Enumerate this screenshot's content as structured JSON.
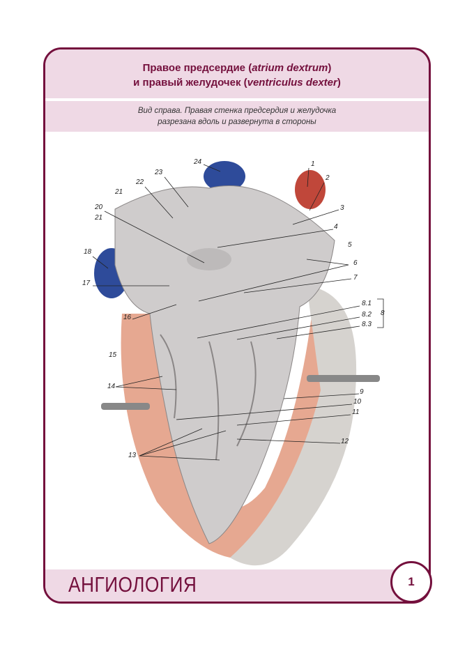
{
  "header": {
    "title_line1_pre": "Правое предсердие (",
    "title_line1_latin": "atrium dextrum",
    "title_line1_post": ")",
    "title_line2_pre": "и правый желудочек (",
    "title_line2_latin": "ventriculus dexter",
    "title_line2_post": ")"
  },
  "subtitle": {
    "line1": "Вид справа. Правая стенка предсердия и желудочка",
    "line2": "разрезана вдоль и развернута в стороны"
  },
  "labels": [
    "24",
    "1",
    "2",
    "23",
    "22",
    "21",
    "3",
    "20",
    "21",
    "4",
    "5",
    "18",
    "6",
    "7",
    "17",
    "8.1",
    "8",
    "8.2",
    "16",
    "8.3",
    "15",
    "14",
    "9",
    "10",
    "11",
    "12",
    "13"
  ],
  "footer": {
    "section": "АНГИОЛОГИЯ",
    "page_number": "1"
  },
  "colors": {
    "accent": "#74103d",
    "band": "#efd9e5"
  }
}
